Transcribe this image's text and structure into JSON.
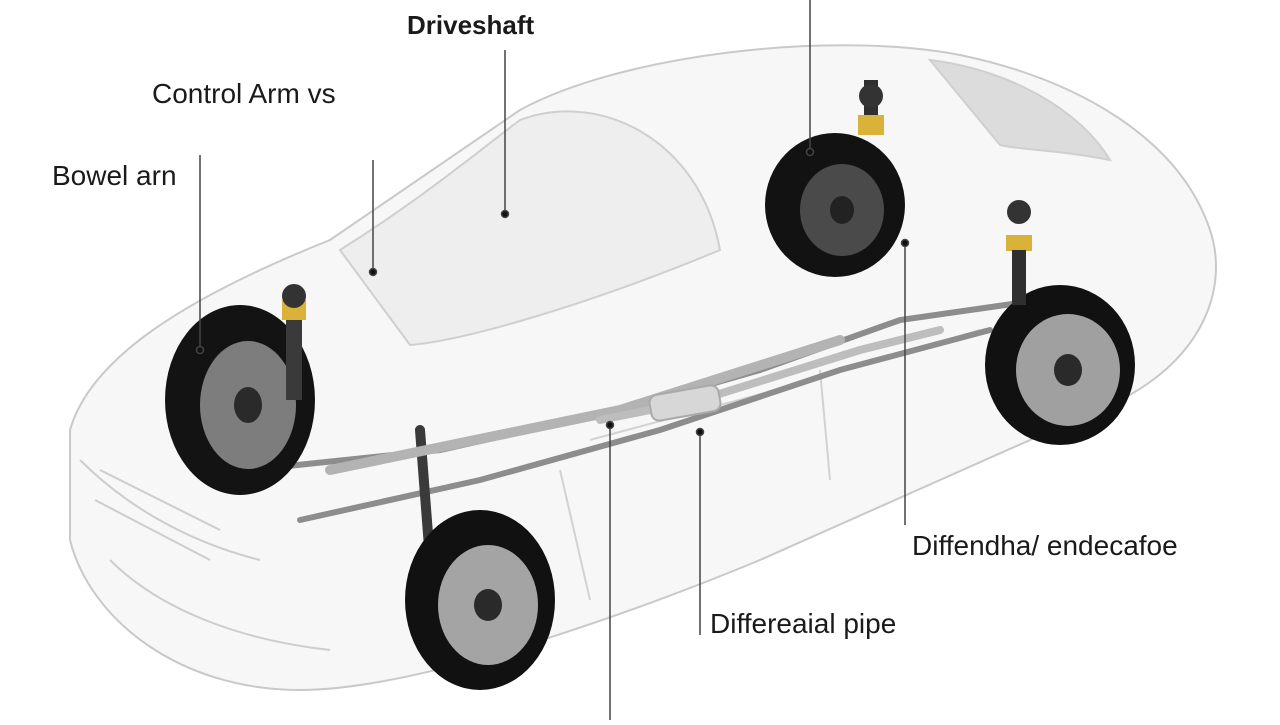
{
  "diagram": {
    "labels": {
      "driveshaft": "Driveshaft",
      "control_arm": "Control Arm vs",
      "bowel_arm": "Bowel arn",
      "differential_end": "Diffendha/ endecafoe",
      "differential_pipe": "Differeaial pipe"
    },
    "colors": {
      "body_outline": "#c8c8c8",
      "body_fill": "#f6f6f6",
      "glass": "#ececec",
      "tire": "#111111",
      "rim": "#9a9a9a",
      "strut_gold": "#d9b23a",
      "leader_line": "#444444"
    }
  }
}
